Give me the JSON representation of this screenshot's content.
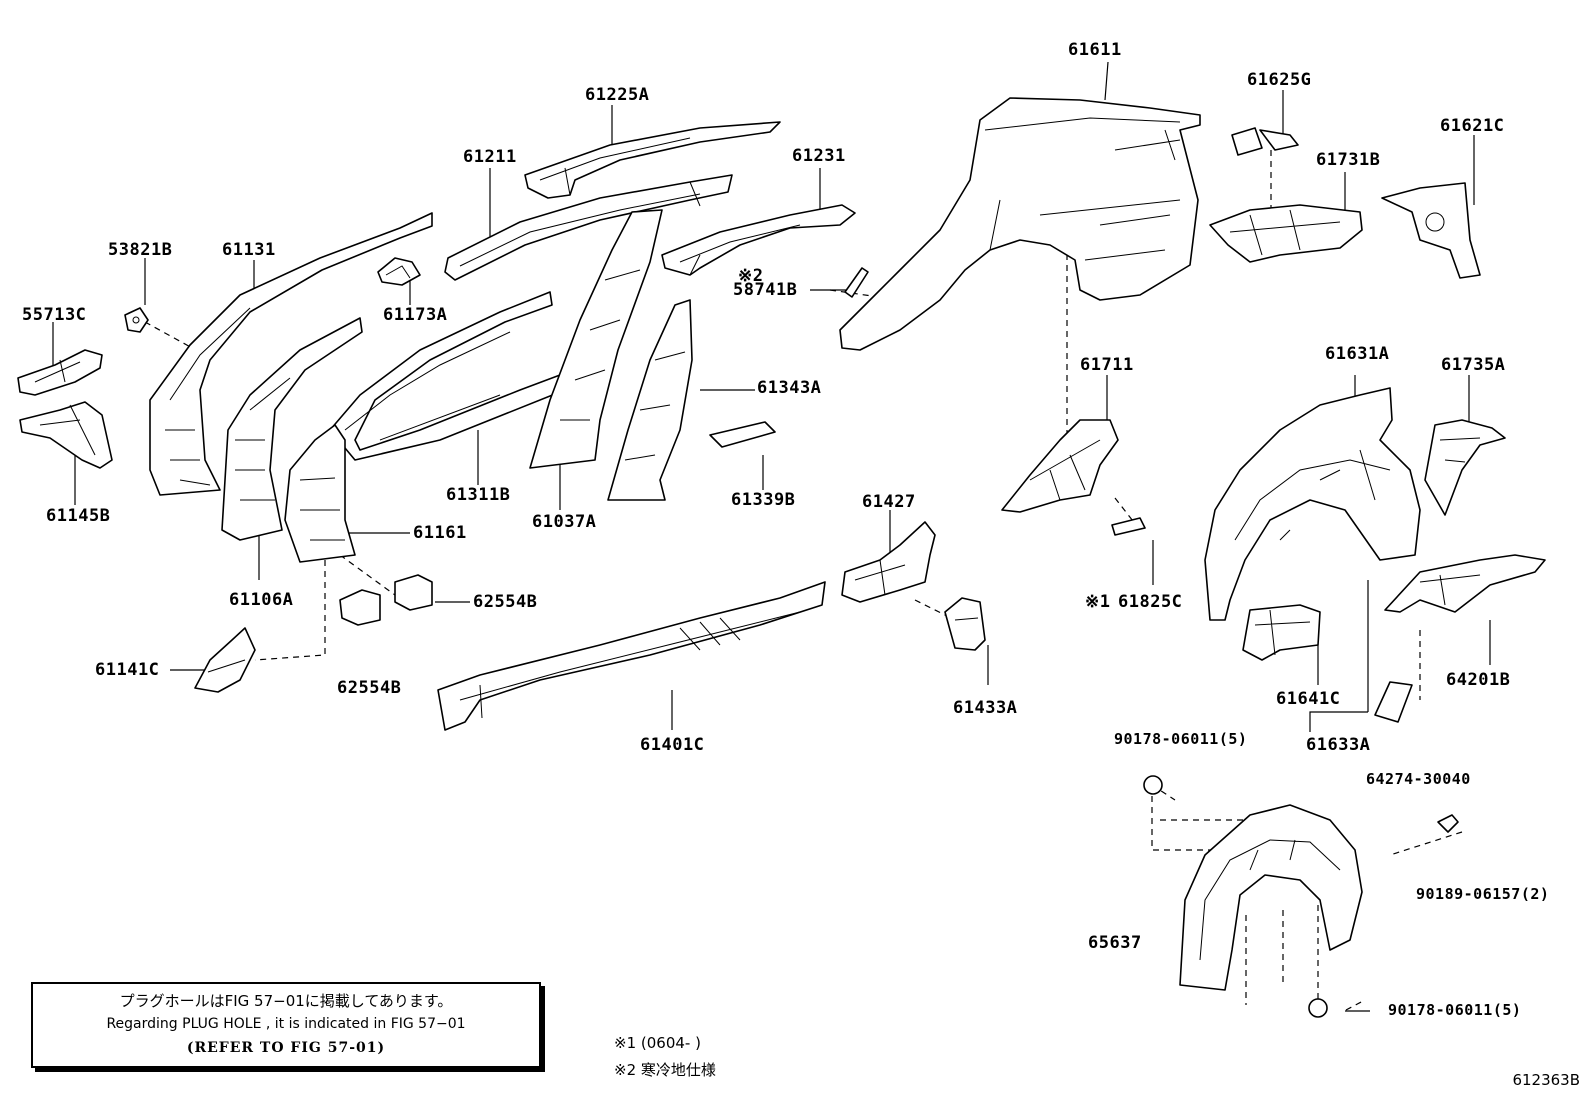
{
  "parts": [
    {
      "id": "lbl-61611",
      "text": "61611"
    },
    {
      "id": "lbl-61225A",
      "text": "61225A"
    },
    {
      "id": "lbl-61625G",
      "text": "61625G"
    },
    {
      "id": "lbl-61621C",
      "text": "61621C"
    },
    {
      "id": "lbl-61211",
      "text": "61211"
    },
    {
      "id": "lbl-61231",
      "text": "61231"
    },
    {
      "id": "lbl-61731B",
      "text": "61731B"
    },
    {
      "id": "lbl-53821B",
      "text": "53821B"
    },
    {
      "id": "lbl-61131",
      "text": "61131"
    },
    {
      "id": "lbl-55713C",
      "text": "55713C"
    },
    {
      "id": "lbl-61173A",
      "text": "61173A"
    },
    {
      "id": "lbl-58741B",
      "text": "58741B"
    },
    {
      "id": "lbl-61711",
      "text": "61711"
    },
    {
      "id": "lbl-61631A",
      "text": "61631A"
    },
    {
      "id": "lbl-61735A",
      "text": "61735A"
    },
    {
      "id": "lbl-61343A",
      "text": "61343A"
    },
    {
      "id": "lbl-61145B",
      "text": "61145B"
    },
    {
      "id": "lbl-61311B",
      "text": "61311B"
    },
    {
      "id": "lbl-61037A",
      "text": "61037A"
    },
    {
      "id": "lbl-61339B",
      "text": "61339B"
    },
    {
      "id": "lbl-61427",
      "text": "61427"
    },
    {
      "id": "lbl-61161",
      "text": "61161"
    },
    {
      "id": "lbl-61106A",
      "text": "61106A"
    },
    {
      "id": "lbl-62554B-r",
      "text": "62554B"
    },
    {
      "id": "lbl-61825C",
      "text": "61825C"
    },
    {
      "id": "lbl-61141C",
      "text": "61141C"
    },
    {
      "id": "lbl-62554B-l",
      "text": "62554B"
    },
    {
      "id": "lbl-61433A",
      "text": "61433A"
    },
    {
      "id": "lbl-61641C",
      "text": "61641C"
    },
    {
      "id": "lbl-64201B",
      "text": "64201B"
    },
    {
      "id": "lbl-61401C",
      "text": "61401C"
    },
    {
      "id": "lbl-61633A",
      "text": "61633A"
    },
    {
      "id": "lbl-90178-top",
      "text": "90178-06011(5)"
    },
    {
      "id": "lbl-64274",
      "text": "64274-30040"
    },
    {
      "id": "lbl-90189",
      "text": "90189-06157(2)"
    },
    {
      "id": "lbl-65637",
      "text": "65637"
    },
    {
      "id": "lbl-90178-bot",
      "text": "90178-06011(5)"
    }
  ],
  "marks": {
    "star2": "※2",
    "star1": "※1"
  },
  "note": {
    "japanese": "プラグホールはFIG 57−01に掲載してあります。",
    "english": "Regarding PLUG HOLE , it is indicated in FIG 57−01",
    "reference": "(REFER TO FIG 57-01)"
  },
  "footnotes": {
    "fn1": "※1 (0604-          )",
    "fn2": "※2 寒冷地仕様"
  },
  "figure_id": "612363B"
}
